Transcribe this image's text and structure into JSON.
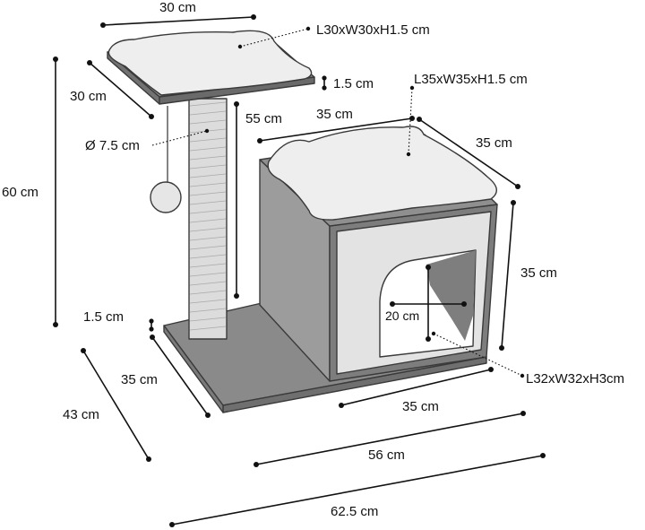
{
  "labels": {
    "top_platform_width": "30 cm",
    "top_cushion_size": "L30xW30xH1.5 cm",
    "top_platform_depth": "30 cm",
    "top_platform_thickness": "1.5 cm",
    "house_cushion_size": "L35xW35xH1.5 cm",
    "post_height_label": "55 cm",
    "house_top_width": "35 cm",
    "house_top_depth": "35 cm",
    "post_diameter": "Ø 7.5 cm",
    "total_height": "60 cm",
    "house_height": "35 cm",
    "entrance_size": "20 cm",
    "base_thickness": "1.5 cm",
    "base_depth_left": "35 cm",
    "inner_cushion_size": "L32xW32xH3cm",
    "overall_depth": "43 cm",
    "house_front_width": "35 cm",
    "base_width": "56 cm",
    "overall_width": "62.5 cm"
  },
  "colors": {
    "base": "#8a8a8a",
    "house_side": "#9c9c9c",
    "house_front_frame": "#7d7d7d",
    "house_front_panel": "#e3e3e3",
    "cushion": "#eeeeee",
    "post_rope": "#dcdcdc",
    "ball": "#e6e6e6",
    "line": "#111111"
  },
  "icons": {
    "dimension_marker": "dot",
    "leader": "dotted-line"
  }
}
